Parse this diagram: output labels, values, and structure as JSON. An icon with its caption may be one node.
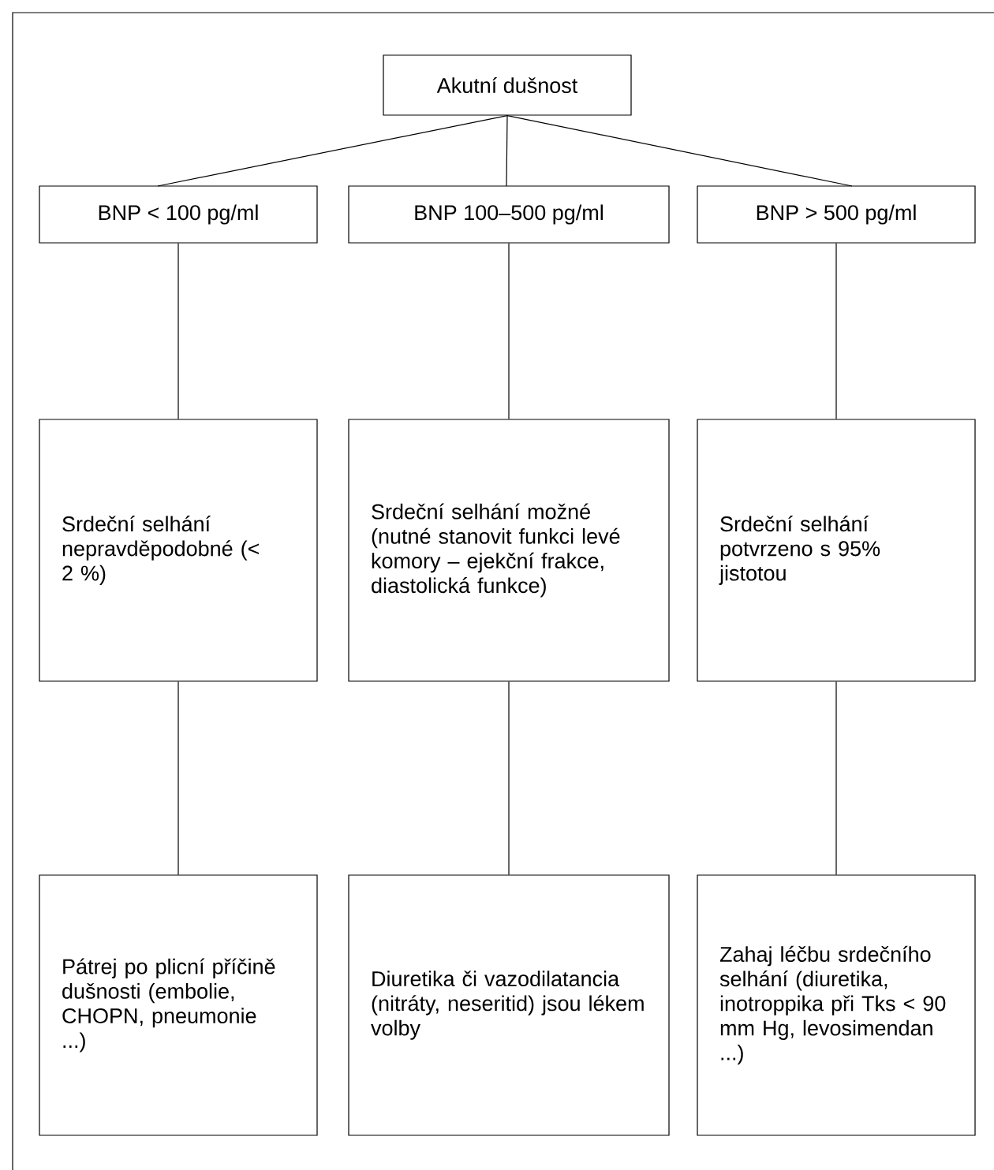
{
  "diagram": {
    "nodes": [
      {
        "text": [
          "Akutní dušnost"
        ]
      },
      {
        "text": [
          "BNP < 100 pg/ml"
        ]
      },
      {
        "text": [
          "BNP 100–500 pg/ml"
        ]
      },
      {
        "text": [
          "BNP > 500 pg/ml"
        ]
      },
      {
        "text": [
          "Srdeční selhání nepravděpodobné (< 2 %)"
        ]
      },
      {
        "text": [
          "Srdeční selhání možné (nutné stanovit funkci levé komory – ejekční frakce, diastolická funkce)"
        ]
      },
      {
        "text": [
          "Srdeční selhání potvrzeno s 95% jistotou"
        ]
      },
      {
        "text": [
          "Pátrej po plicní příčině dušnosti (embolie, CHOPN, pneumonie ...)"
        ]
      },
      {
        "text": [
          "Diuretika či vazodilatancia (nitráty, neseritid) jsou lékem volby"
        ]
      },
      {
        "text": [
          "Zahaj léčbu srdečního selhání (diuretika, inotroppika při Tks < 90 mm Hg, levosimendan ...)"
        ]
      }
    ],
    "edges": [
      {
        "from": 0,
        "to": 1,
        "arrow": "none"
      },
      {
        "from": 0,
        "to": 2,
        "arrow": "none"
      },
      {
        "from": 0,
        "to": 3,
        "arrow": "none"
      },
      {
        "from": 1,
        "to": 4,
        "arrow": "none"
      },
      {
        "from": 2,
        "to": 5,
        "arrow": "none"
      },
      {
        "from": 3,
        "to": 6,
        "arrow": "none"
      },
      {
        "from": 4,
        "to": 7,
        "arrow": "none"
      },
      {
        "from": 5,
        "to": 8,
        "arrow": "none"
      },
      {
        "from": 6,
        "to": 9,
        "arrow": "none"
      }
    ]
  }
}
